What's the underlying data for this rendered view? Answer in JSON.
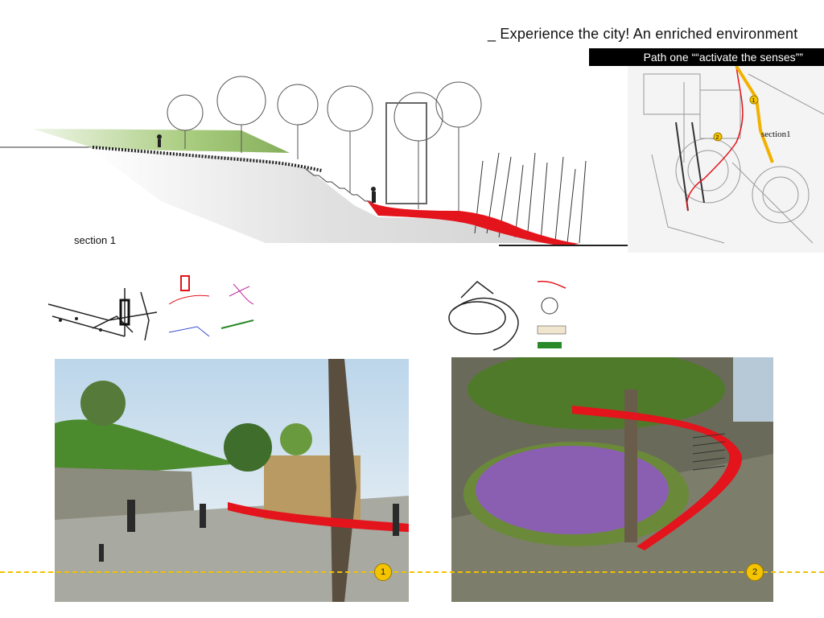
{
  "header": {
    "title": "_ Experience the city! An enriched environment",
    "path_banner": "Path one ““activate the senses””"
  },
  "section": {
    "label": "section 1"
  },
  "site_plan": {
    "section_label": "section1",
    "markers": [
      "1",
      "2"
    ]
  },
  "renders": {
    "marker_1": "1",
    "marker_2": "2"
  },
  "colors": {
    "accent_red": "#e3141b",
    "path_yellow": "#f2c200",
    "banner_black": "#000000"
  }
}
